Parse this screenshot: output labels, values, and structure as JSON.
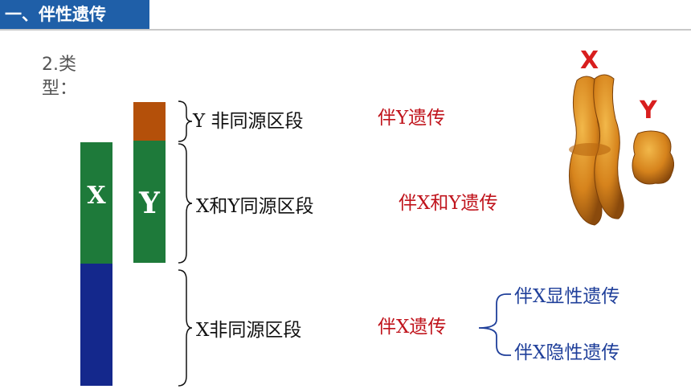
{
  "header": {
    "title": "一、伴性遗传"
  },
  "section": {
    "type_label": "2.类型："
  },
  "chromosomes": {
    "x_label": "X",
    "y_label": "Y"
  },
  "regions": {
    "y_nonhomologous": {
      "label": "Y 非同源区段",
      "inheritance": "伴Y遗传"
    },
    "xy_homologous": {
      "label": "X和Y同源区段",
      "inheritance": "伴X和Y遗传"
    },
    "x_nonhomologous": {
      "label": "X非同源区段",
      "inheritance": "伴X遗传",
      "subtypes": [
        "伴X显性遗传",
        "伴X隐性遗传"
      ]
    }
  },
  "photo": {
    "x_label": "X",
    "y_label": "Y"
  },
  "colors": {
    "header_bg": "#1f5fa8",
    "homologous_green": "#1e7a3a",
    "x_specific_blue": "#14288c",
    "y_specific_brown": "#b4500a",
    "inheritance_red": "#c0141c",
    "subtype_blue": "#1f3f9a"
  }
}
